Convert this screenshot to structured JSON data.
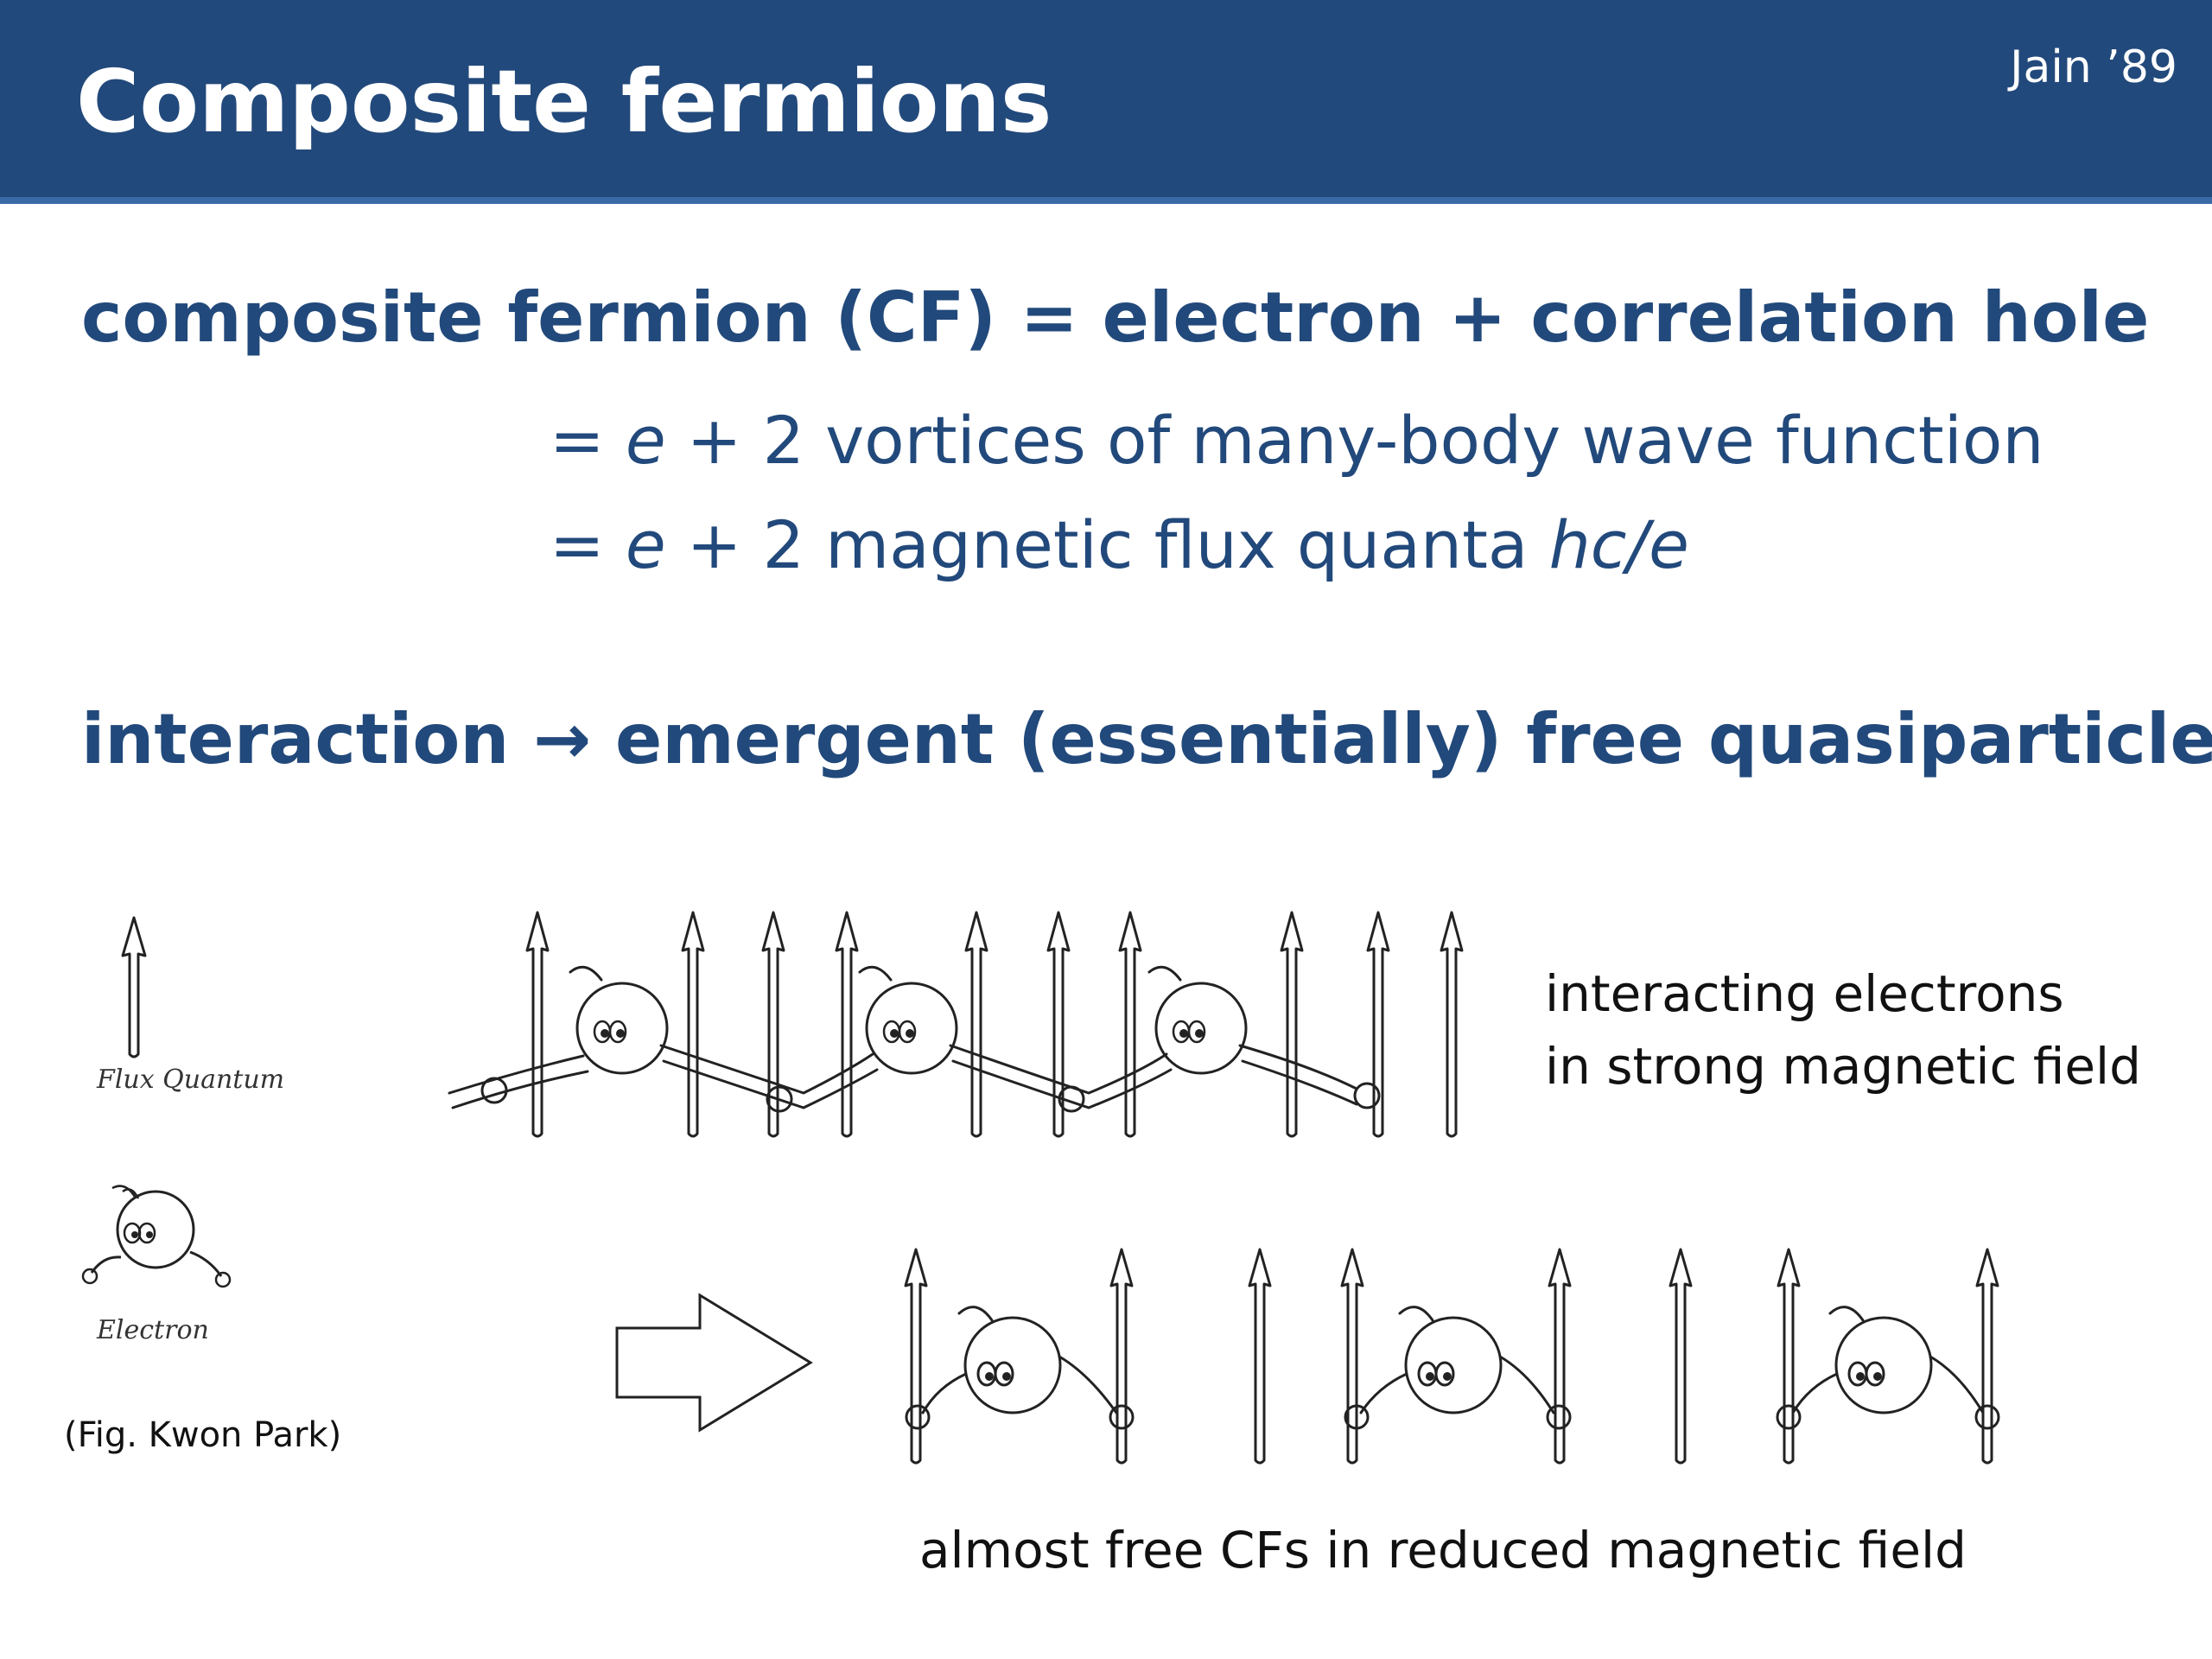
{
  "header": {
    "title": "Composite fermions",
    "citation": "Jain ’89"
  },
  "definition": {
    "line1": "composite fermion (CF) = electron + correlation hole",
    "line2": {
      "eq": "= ",
      "e": "e",
      "rest": " + 2 vortices of many-body wave function"
    },
    "line3": {
      "eq": "= ",
      "e": "e",
      "rest": " + 2 magnetic flux quanta ",
      "hc": "hc/e"
    }
  },
  "statement": {
    "left": "interaction ",
    "arrow": "→",
    "right": " emergent (essentially) free quasiparticles"
  },
  "legend": {
    "flux_label": "Flux Quantum",
    "electron_label": "Electron",
    "credit": "(Fig. Kwon Park)"
  },
  "captions": {
    "interacting_1": "interacting electrons",
    "interacting_2": "in strong magnetic field",
    "free": "almost free CFs in reduced magnetic field"
  },
  "colors": {
    "header_bg": "#22497b",
    "text_blue": "#22497b",
    "sketch_ink": "#222222"
  },
  "icons": {
    "transform_arrow": "hollow-right-arrow-icon",
    "flux_quantum": "flux-arrow-icon",
    "electron": "electron-figure-icon"
  }
}
